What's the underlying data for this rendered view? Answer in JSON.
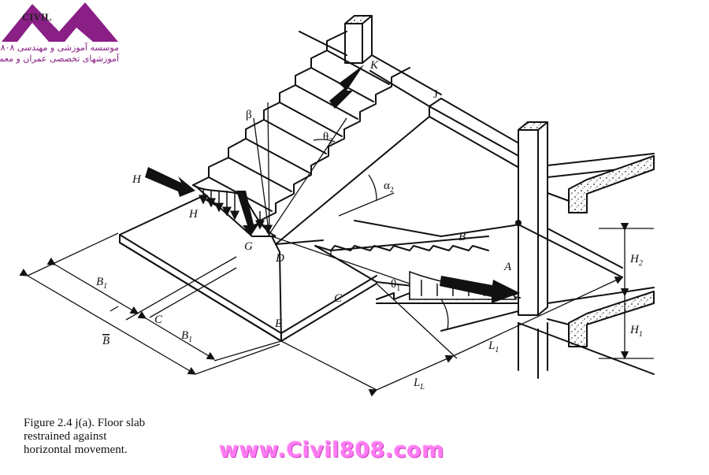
{
  "logo": {
    "brand": "CIVIL",
    "line1": "موسسه آموزشی و مهندسی ۸۰۸",
    "line2": "آموزشهای تخصصی عمران و معماری",
    "color": "#8a1f86"
  },
  "labels": {
    "K": "K",
    "J": "J",
    "beta": "β",
    "theta2": "θ",
    "theta2_sub": "2",
    "H_force": "H",
    "alpha2": "α",
    "alpha2_sub": "2",
    "H_point": "H",
    "G": "G",
    "D": "D",
    "B_point": "B",
    "A": "A",
    "H2": "H",
    "H2_sub": "2",
    "theta1": "θ",
    "theta1_sub": "1",
    "B1_top": "B",
    "B1_top_sub": "1",
    "C_left": "C",
    "C_mid": "C",
    "E": "E",
    "B_bar": "B",
    "B1_bot": "B",
    "B1_bot_sub": "1",
    "H1": "H",
    "H1_sub": "1",
    "L1": "L",
    "L1_sub": "1",
    "LL": "L",
    "LL_sub": "L"
  },
  "caption": {
    "line1": "Figure 2.4 j(a). Floor slab",
    "line2": "restrained against",
    "line3": "horizontal movement."
  },
  "website": "www.Civil808.com",
  "colors": {
    "ink": "#111111",
    "watermark": "#ff7bf2"
  }
}
